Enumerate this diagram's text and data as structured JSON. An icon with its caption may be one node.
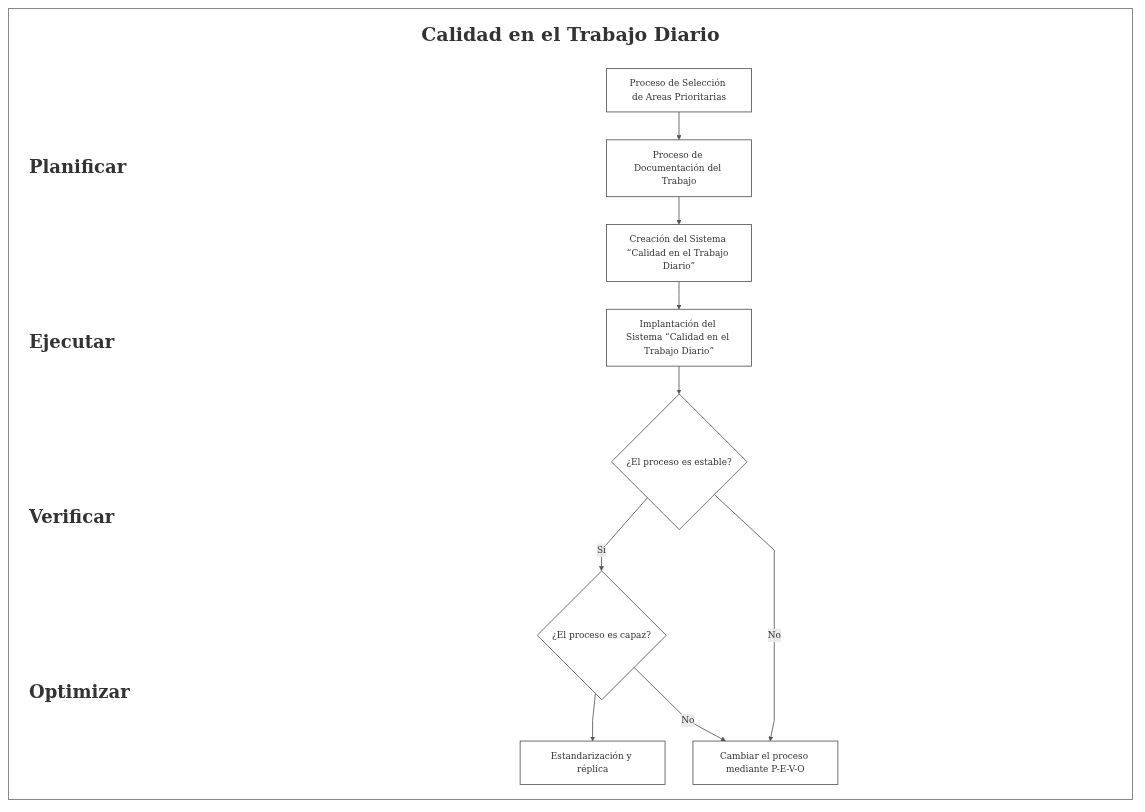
{
  "diagram": {
    "title": "Calidad en el Trabajo Diario",
    "nodes": [
      {
        "text": [
          "Proceso de Selección de Areas Prioritarias"
        ]
      },
      {
        "text": [
          "Proceso de Documentación del Trabajo"
        ]
      },
      {
        "text": [
          "Creación del Sistema “Calidad en el Trabajo Diario”"
        ]
      },
      {
        "text": [
          "Implantación del Sistema “Calidad en el Trabajo Diario”"
        ]
      },
      {
        "text": [
          "¿El proceso es estable?"
        ]
      },
      {
        "text": [
          "¿El proceso es capaz?"
        ]
      },
      {
        "text": [
          "Estandarización y réplica"
        ]
      },
      {
        "text": [
          "Cambiar el proceso mediante P-E-V-O"
        ]
      }
    ],
    "edges": [
      {
        "from": 0,
        "to": 1,
        "arrow": "to"
      },
      {
        "from": 1,
        "to": 2,
        "arrow": "to"
      },
      {
        "from": 2,
        "to": 3,
        "arrow": "to"
      },
      {
        "from": 3,
        "to": 4,
        "arrow": "to"
      },
      {
        "from": 4,
        "to": 5,
        "arrow": "to",
        "label": "Si"
      },
      {
        "from": 5,
        "to": 6,
        "arrow": "to"
      },
      {
        "from": 4,
        "to": 7,
        "arrow": "to",
        "label": "No"
      },
      {
        "from": 5,
        "to": 7,
        "arrow": "to",
        "label": "No"
      }
    ],
    "labels": [
      "Planificar",
      "Ejecutar",
      "Verificar",
      "Optimizar"
    ]
  }
}
